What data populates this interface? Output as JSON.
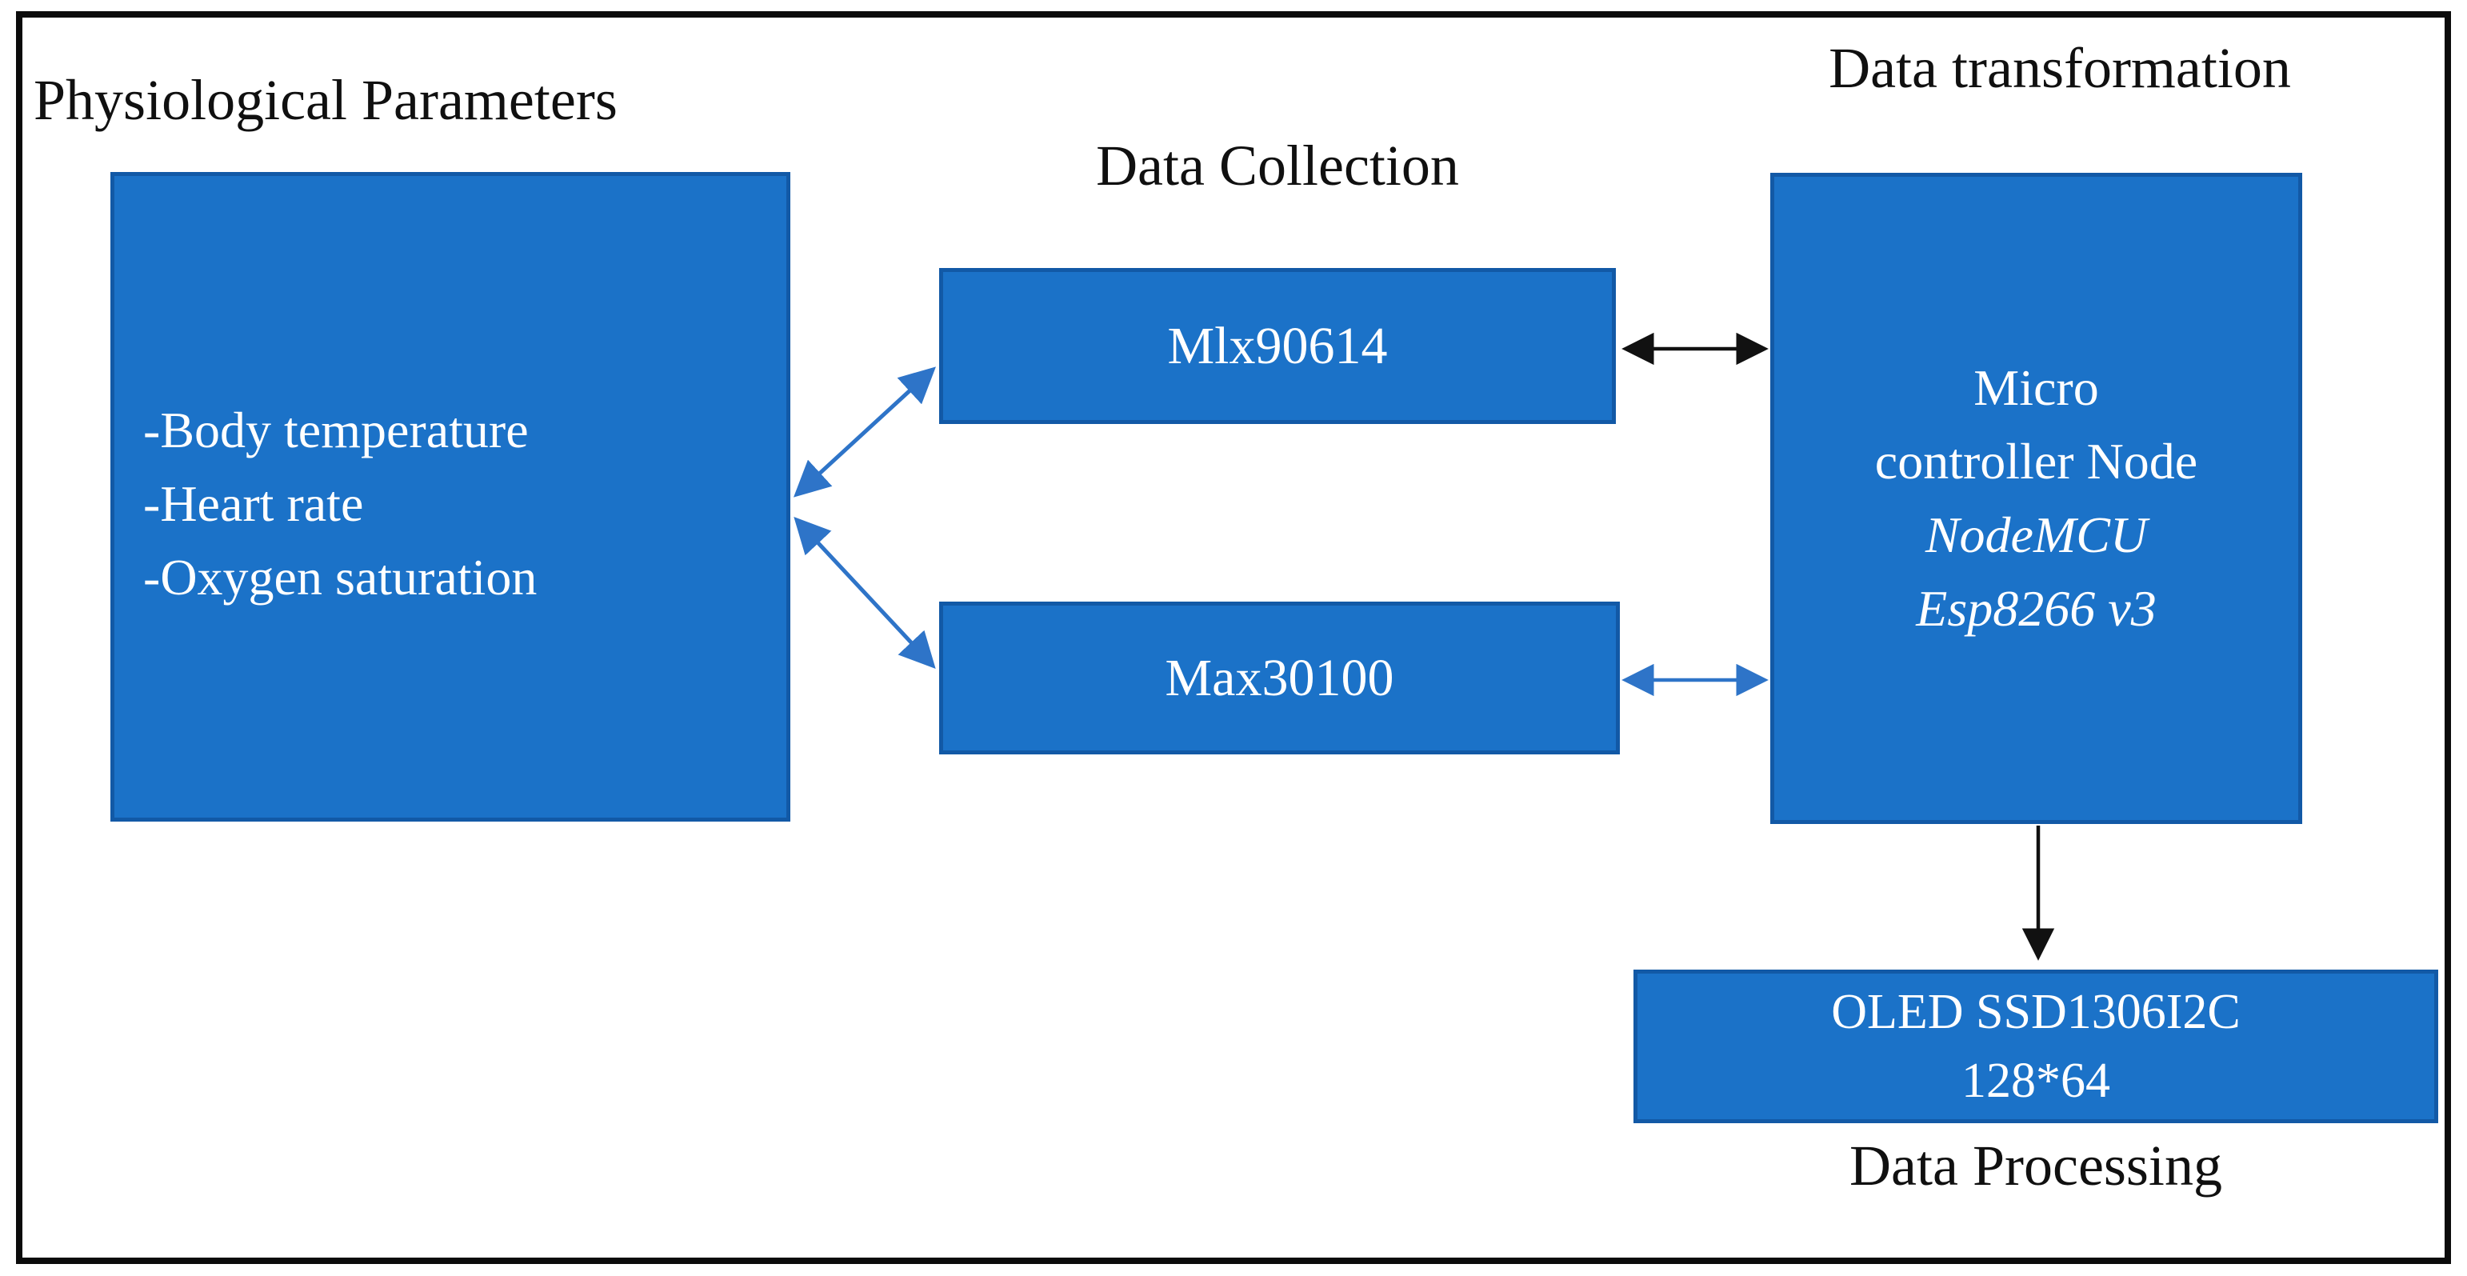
{
  "labels": {
    "physiological": "Physiological Parameters",
    "collection": "Data Collection",
    "transformation": "Data transformation",
    "processing": "Data Processing"
  },
  "boxes": {
    "parameters": {
      "lines": [
        "-Body temperature",
        "-Heart rate",
        "-Oxygen saturation"
      ]
    },
    "mlx": {
      "label": "Mlx90614"
    },
    "max": {
      "label": "Max30100"
    },
    "mcu": {
      "lines": [
        "Micro",
        "controller Node",
        "NodeMCU",
        "Esp8266 v3"
      ]
    },
    "oled": {
      "lines": [
        "OLED SSD1306I2C",
        "128*64"
      ]
    }
  },
  "connections": [
    {
      "name": "parameters-to-mlx",
      "type": "double-headed",
      "color": "blue"
    },
    {
      "name": "parameters-to-max",
      "type": "double-headed",
      "color": "blue"
    },
    {
      "name": "mlx-to-microcontroller",
      "type": "double-headed",
      "color": "black"
    },
    {
      "name": "max-to-microcontroller",
      "type": "double-headed",
      "color": "blue"
    },
    {
      "name": "microcontroller-to-oled",
      "type": "single-headed",
      "color": "black"
    }
  ],
  "colors": {
    "box_fill": "#1B72C8",
    "box_border": "#1259A6",
    "arrow_blue": "#2E74C8",
    "arrow_black": "#111111",
    "text_light": "#FFFFFF",
    "text_dark": "#101010",
    "frame_border": "#0B0B0B",
    "background": "#FFFFFF"
  }
}
